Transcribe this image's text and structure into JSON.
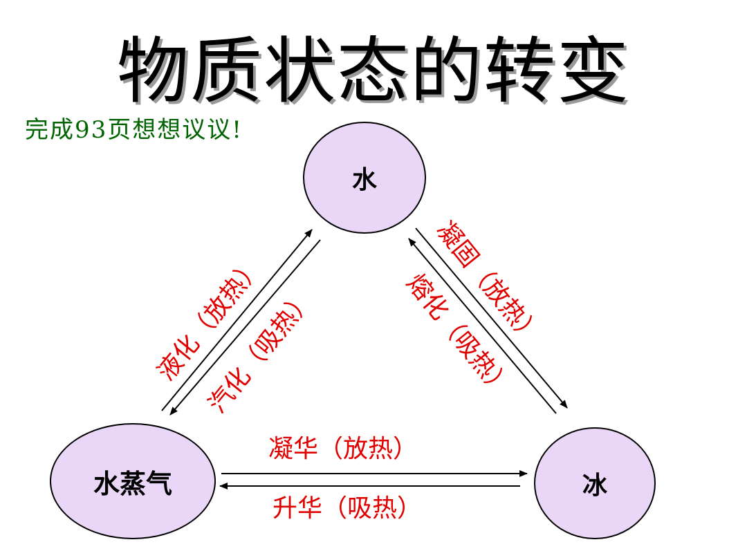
{
  "title": "物质状态的转变",
  "note": "完成93页想想议议!",
  "nodes": {
    "water": "水",
    "steam": "水蒸气",
    "ice": "冰"
  },
  "transitions": {
    "liquefaction": "液化（放热）",
    "vaporization": "汽化（吸热）",
    "solidification": "凝固（放热）",
    "melting": "熔化（吸热）",
    "deposition": "凝华（放热）",
    "sublimation": "升华（吸热）"
  },
  "colors": {
    "node_fill": "#ead7f8",
    "label": "#e00000",
    "note": "#006400"
  }
}
